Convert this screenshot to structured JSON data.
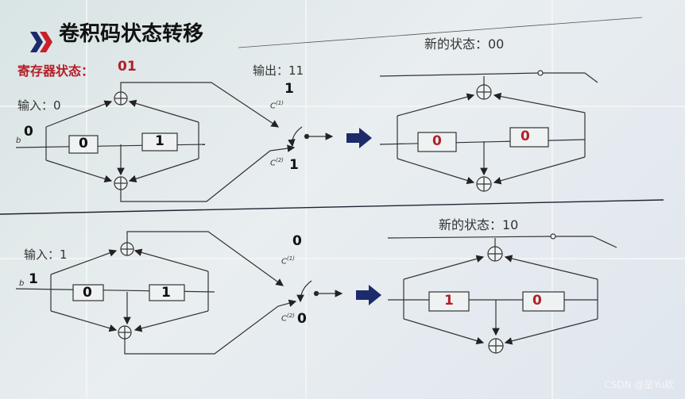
{
  "title": "卷积码状态转移",
  "register_state_label": "寄存器状态：",
  "register_state_value": "01",
  "top": {
    "input_label": "输入：0",
    "input_bit": "0",
    "output_label": "输出：11",
    "c1_bit": "1",
    "c2_bit": "1",
    "reg_before": [
      "0",
      "1"
    ],
    "new_state_label": "新的状态：00",
    "reg_after": [
      "0",
      "0"
    ]
  },
  "bottom": {
    "input_label": "输入：1",
    "input_bit": "1",
    "c1_bit": "0",
    "c2_bit": "0",
    "reg_before": [
      "0",
      "1"
    ],
    "new_state_label": "新的状态：10",
    "reg_after": [
      "1",
      "0"
    ]
  },
  "symbols": {
    "b": "b",
    "c1": "C",
    "c1_sup": "(1)",
    "c2": "C",
    "c2_sup": "(2)"
  },
  "watermark": "CSDN @是Yu欸",
  "colors": {
    "accent_red": "#b2202a",
    "arrow_navy": "#1d2a6b",
    "chevron_red": "#c8202a"
  }
}
